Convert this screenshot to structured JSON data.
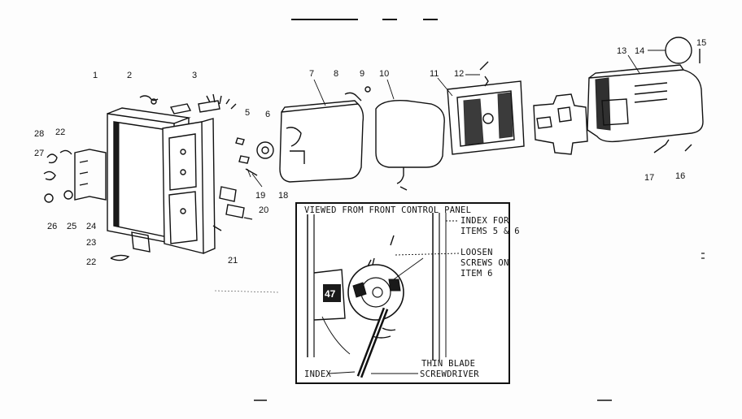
{
  "part_labels": [
    "1",
    "2",
    "3",
    "5",
    "6",
    "7",
    "8",
    "9",
    "10",
    "11",
    "12",
    "13",
    "14",
    "15",
    "16",
    "17",
    "18",
    "19",
    "20",
    "21",
    "22",
    "22",
    "23",
    "24",
    "25",
    "26",
    "27",
    "28"
  ],
  "inset": {
    "title": "VIEWED FROM FRONT CONTROL PANEL",
    "callout_index_items": [
      "INDEX FOR",
      "ITEMS 5 & 6"
    ],
    "callout_loosen": [
      "LOOSEN",
      "SCREWS ON",
      "ITEM 6"
    ],
    "knob_number": "47",
    "label_index": "INDEX",
    "label_screwdriver": [
      "THIN BLADE",
      "SCREWDRIVER"
    ]
  }
}
